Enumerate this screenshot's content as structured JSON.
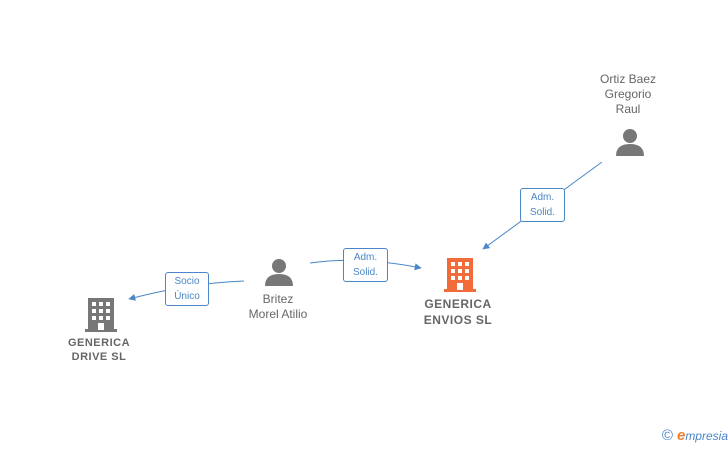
{
  "nodes": {
    "ortiz": {
      "label": "Ortiz Baez\nGregorio\nRaul"
    },
    "britez": {
      "label": "Britez\nMorel Atilio"
    },
    "envios": {
      "label": "GENERICA\nENVIOS  SL"
    },
    "drive": {
      "label": "GENERICA\nDRIVE SL"
    }
  },
  "edges": {
    "ortiz_envios": {
      "label": "Adm.\nSolid."
    },
    "britez_envios": {
      "label": "Adm.\nSolid."
    },
    "britez_drive": {
      "label": "Socio\nÚnico"
    }
  },
  "footer": {
    "copyright": "©",
    "brand_initial": "e",
    "brand_rest": "mpresia"
  },
  "colors": {
    "edge": "#4a86c8",
    "person": "#777777",
    "company": "#777777",
    "highlight": "#f26b3a"
  }
}
